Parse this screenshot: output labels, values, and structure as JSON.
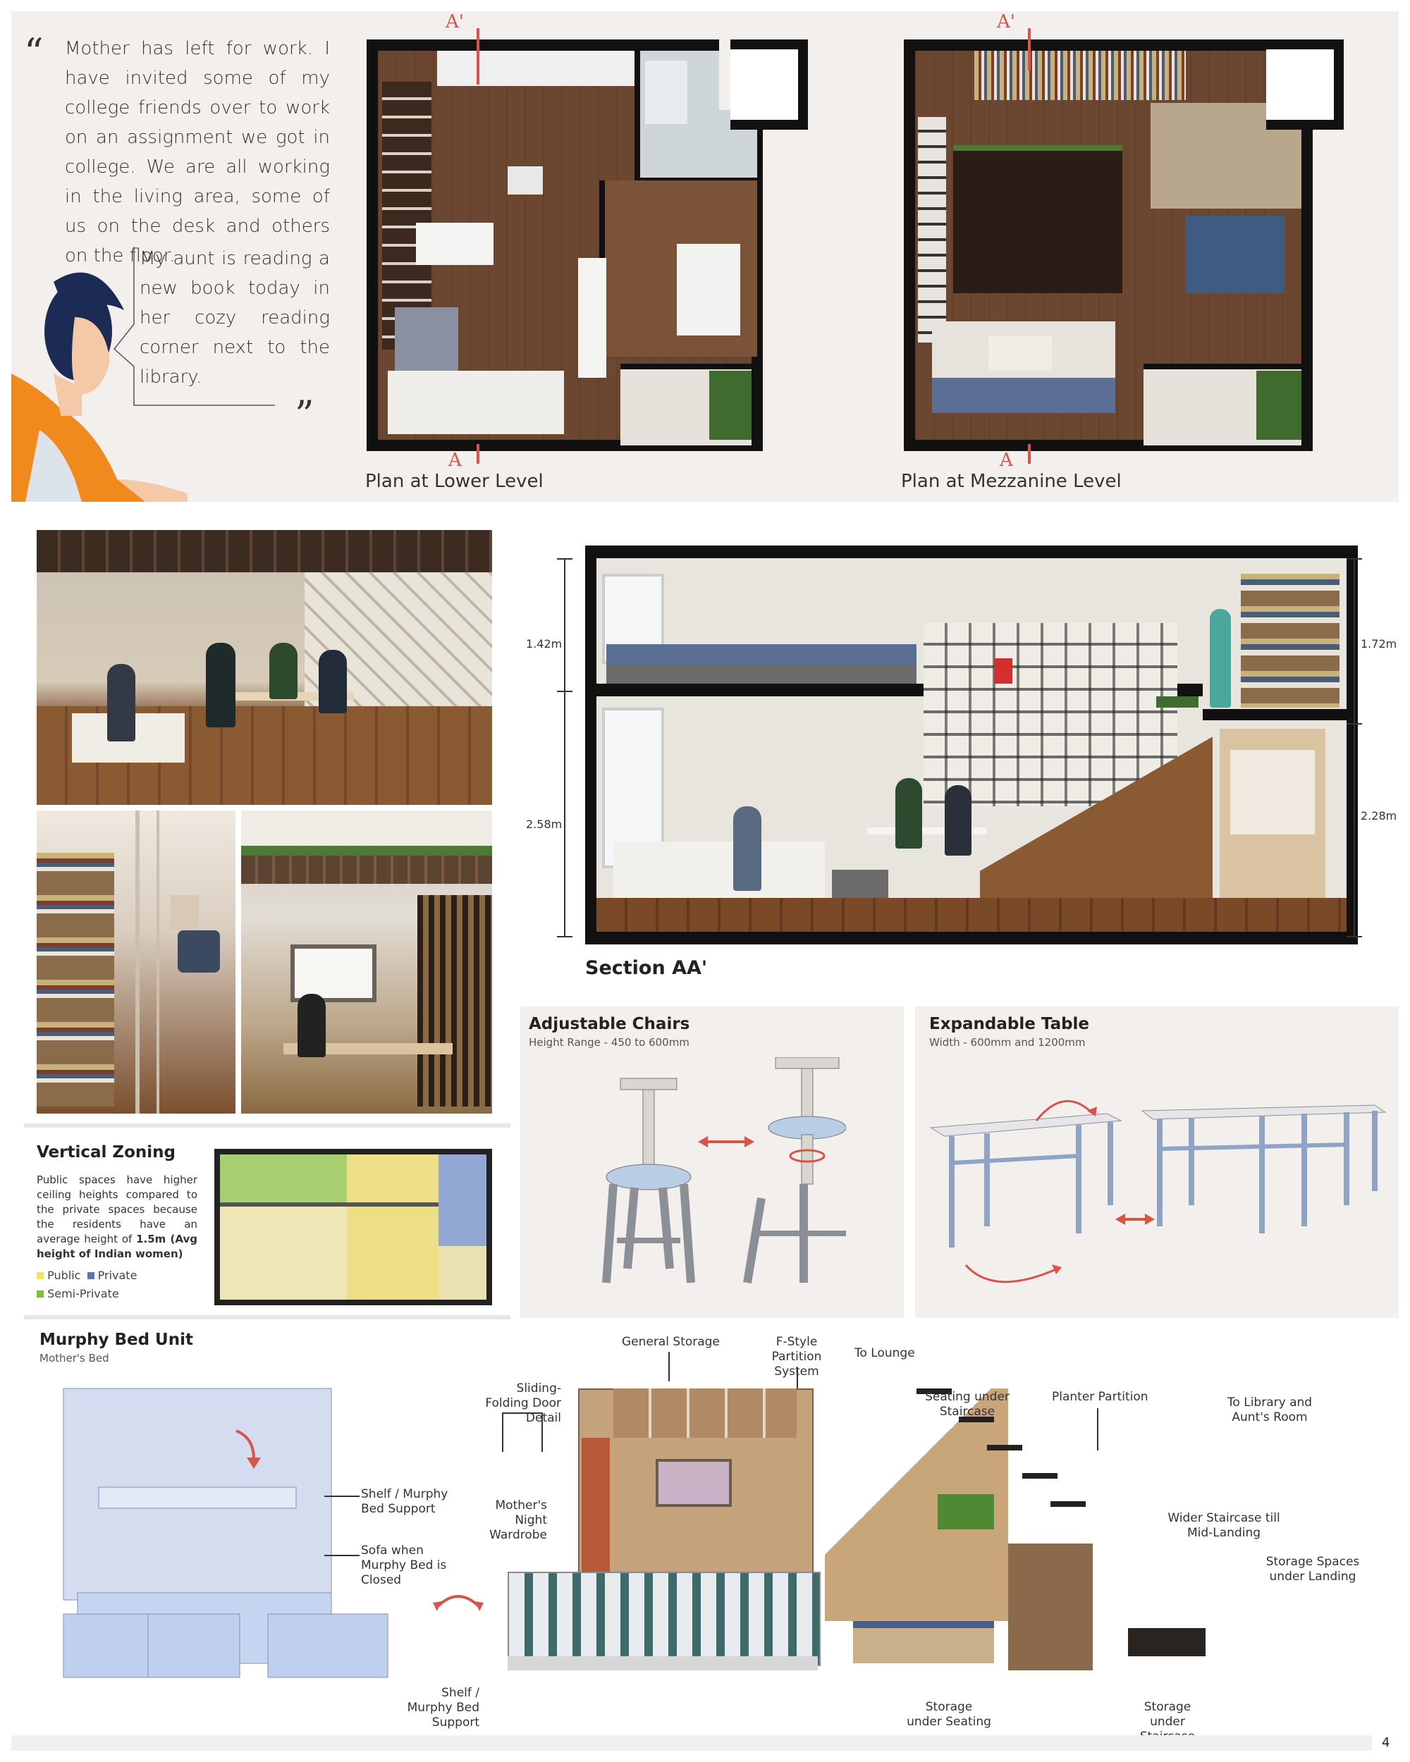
{
  "story": {
    "para1": "Mother has left for work. I have invited some of my college friends over to work on an assignment we got in college. We are all working in the living area, some of us on the desk and others on the floor.",
    "para2": "My aunt is reading a new book today in her cozy reading corner next to the library."
  },
  "plans": {
    "lower": {
      "title": "Plan at Lower Level",
      "marker_top": "A'",
      "marker_bottom": "A"
    },
    "mezzanine": {
      "title": "Plan at Mezzanine Level",
      "marker_top": "A'",
      "marker_bottom": "A"
    }
  },
  "section": {
    "title": "Section AA'",
    "left_top": "1.42m",
    "left_bottom": "2.58m",
    "right_top": "1.72m",
    "right_bottom": "2.28m"
  },
  "chairs": {
    "title": "Adjustable Chairs",
    "subtitle": "Height Range - 450 to 600mm"
  },
  "table": {
    "title": "Expandable Table",
    "subtitle": "Width - 600mm and 1200mm"
  },
  "zoning": {
    "title": "Vertical Zoning",
    "text_a": "Public spaces have higher ceiling heights compared to the private spaces because the residents have an average height of ",
    "text_b": "1.5m (Avg height of Indian women)",
    "legend": [
      {
        "label": "Public",
        "color": "#f2e45c"
      },
      {
        "label": "Private",
        "color": "#5b73b8"
      },
      {
        "label": "Semi-Private",
        "color": "#7bbf3d"
      }
    ]
  },
  "murphy": {
    "title": "Murphy Bed Unit",
    "subtitle": "Mother's Bed",
    "labels": {
      "shelf_support_1": "Shelf / Murphy Bed Support",
      "sofa_closed": "Sofa when Murphy Bed is Closed",
      "general_storage": "General Storage",
      "f_style": "F-Style Partition System",
      "to_lounge": "To Lounge",
      "sliding_door": "Sliding-Folding Door Detail",
      "night_wardrobe": "Mother's Night Wardrobe",
      "seating_under_stair": "Seating under Staircase",
      "planter": "Planter Partition",
      "to_library": "To Library and Aunt's Room",
      "wider_stair": "Wider Staircase till Mid-Landing",
      "storage_landing": "Storage Spaces under Landing",
      "shelf_support_2": "Shelf / Murphy Bed Support",
      "storage_seating": "Storage under Seating",
      "storage_stair": "Storage under Staircase"
    }
  },
  "page_number": "4",
  "colors": {
    "accent": "#d8544a",
    "panel": "#f3efec",
    "wall": "#111111",
    "floor": "#5a3a26"
  }
}
